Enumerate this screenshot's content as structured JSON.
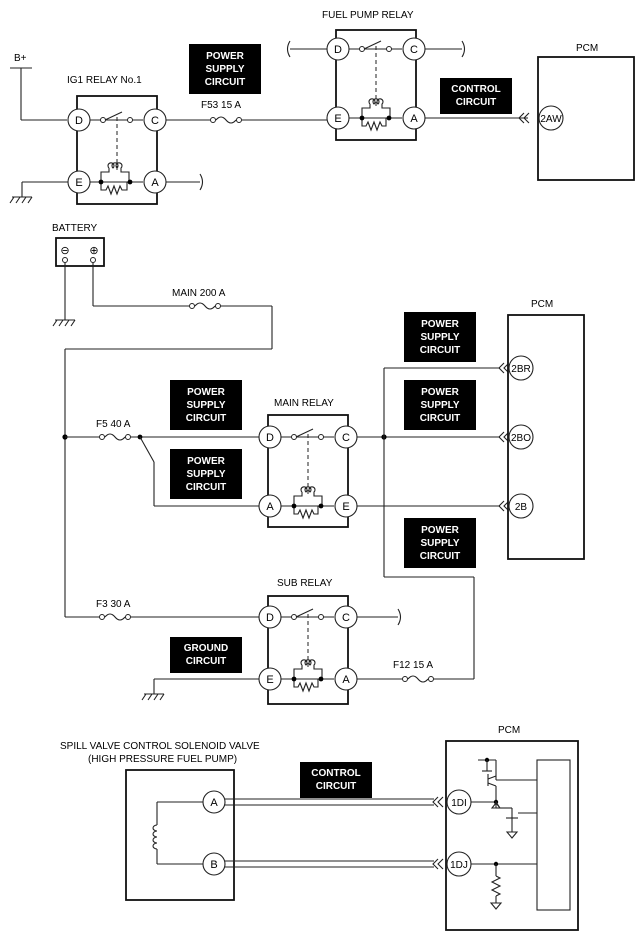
{
  "labels": {
    "b_plus": "B+",
    "ig1_relay": "IG1 RELAY No.1",
    "fuel_pump_relay": "FUEL PUMP RELAY",
    "pcm": "PCM",
    "f53": "F53 15 A",
    "battery": "BATTERY",
    "main_fuse": "MAIN 200 A",
    "main_relay": "MAIN RELAY",
    "f5": "F5 40 A",
    "f3": "F3 30 A",
    "sub_relay": "SUB RELAY",
    "f12": "F12 15 A",
    "spill_valve_1": "SPILL VALVE CONTROL SOLENOID VALVE",
    "spill_valve_2": "(HIGH PRESSURE FUEL PUMP)"
  },
  "boxes": {
    "power_supply": [
      "POWER",
      "SUPPLY",
      "CIRCUIT"
    ],
    "control": [
      "CONTROL",
      "CIRCUIT"
    ],
    "ground": [
      "GROUND",
      "CIRCUIT"
    ]
  },
  "terminals": {
    "D": "D",
    "C": "C",
    "E": "E",
    "A": "A",
    "B": "B",
    "pcm_2aw": "2AW",
    "pcm_2br": "2BR",
    "pcm_2bo": "2BO",
    "pcm_2b": "2B",
    "pcm_1di": "1DI",
    "pcm_1dj": "1DJ"
  },
  "battery_symbols": {
    "minus": "⊖",
    "plus": "⊕"
  }
}
